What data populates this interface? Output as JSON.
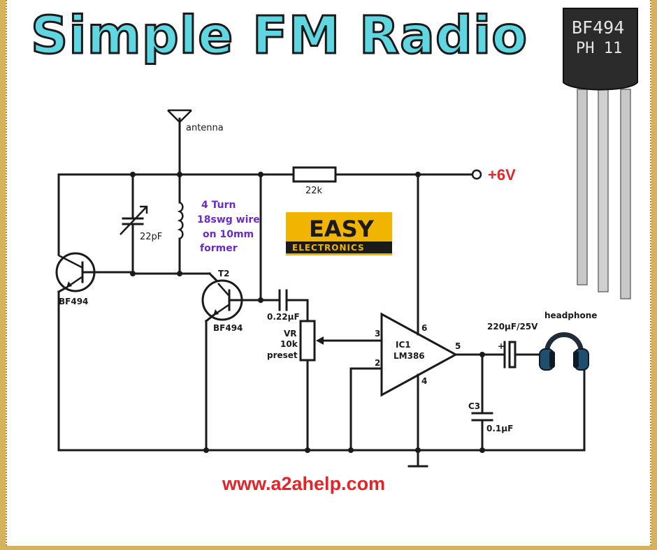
{
  "title": "Simple FM Radio",
  "website": "www.a2ahelp.com",
  "supply": "+6V",
  "antenna": "antenna",
  "resistor": "22k",
  "trimmer_cap": "22pF",
  "coil_note": [
    "4 Turn",
    "18swg wire",
    "on 10mm",
    "former"
  ],
  "t1": "BF494",
  "t2_id": "T2",
  "t2": "BF494",
  "coupling_cap": "0.22µF",
  "preset": [
    "VR",
    "10k",
    "preset"
  ],
  "ic": [
    "IC1",
    "LM386"
  ],
  "pins": {
    "p3": "3",
    "p2": "2",
    "p6": "6",
    "p4": "4",
    "p5": "5"
  },
  "out_cap": "220µF/25V",
  "out_cap_plus": "+",
  "c3_id": "C3",
  "c3": "0.1µF",
  "headphone": "headphone",
  "logo": {
    "top": "EASY",
    "bottom": "ELECTRONICS",
    "bg": "#f1b400",
    "band": "#1a1a1a"
  },
  "transistor_photo": {
    "line1": "BF494",
    "line2": "PH 11"
  },
  "colors": {
    "title": "#5fd6e0",
    "accent_red": "#e0262a",
    "coil_text": "#6a2cc8",
    "border": "#d6b25e"
  }
}
